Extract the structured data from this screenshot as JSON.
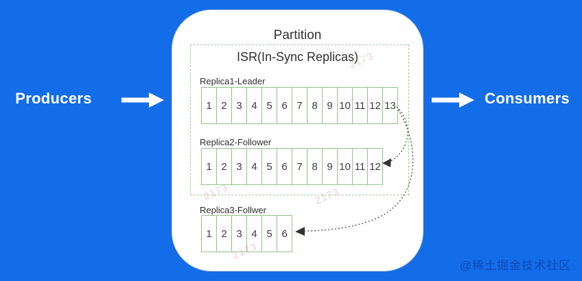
{
  "panel": {
    "title": "Partition"
  },
  "isr": {
    "title": "ISR(In-Sync Replicas)"
  },
  "replicas": [
    {
      "label": "Replica1-Leader",
      "cells": [
        "1",
        "2",
        "3",
        "4",
        "5",
        "6",
        "7",
        "8",
        "9",
        "10",
        "11",
        "12",
        "13"
      ]
    },
    {
      "label": "Replica2-Follower",
      "cells": [
        "1",
        "2",
        "3",
        "4",
        "5",
        "6",
        "7",
        "8",
        "9",
        "10",
        "11",
        "12"
      ]
    },
    {
      "label": "Replica3-Follwer",
      "cells": [
        "1",
        "2",
        "3",
        "4",
        "5",
        "6"
      ]
    }
  ],
  "flow": {
    "producers_label": "Producers",
    "consumers_label": "Consumers"
  },
  "sync_arrows": [
    {
      "from": "Replica1 cell 13",
      "to": "Replica2 cell 12"
    },
    {
      "from": "Replica1 cell 13",
      "to": "Replica3 cell 6"
    }
  ],
  "watermark": {
    "site_text": "@稀土掘金技术社区",
    "fragments": [
      "2173",
      "2173",
      "2173",
      "2173"
    ]
  },
  "colors": {
    "background": "#146de8",
    "panel_bg": "#ffffff",
    "cell_border_green": "#94c08c",
    "isr_dash_green": "#9fc79a",
    "flow_arrow_white": "#ffffff",
    "site_watermark_blue": "#0d4ab8",
    "curve_gray": "#4a4a4a"
  }
}
